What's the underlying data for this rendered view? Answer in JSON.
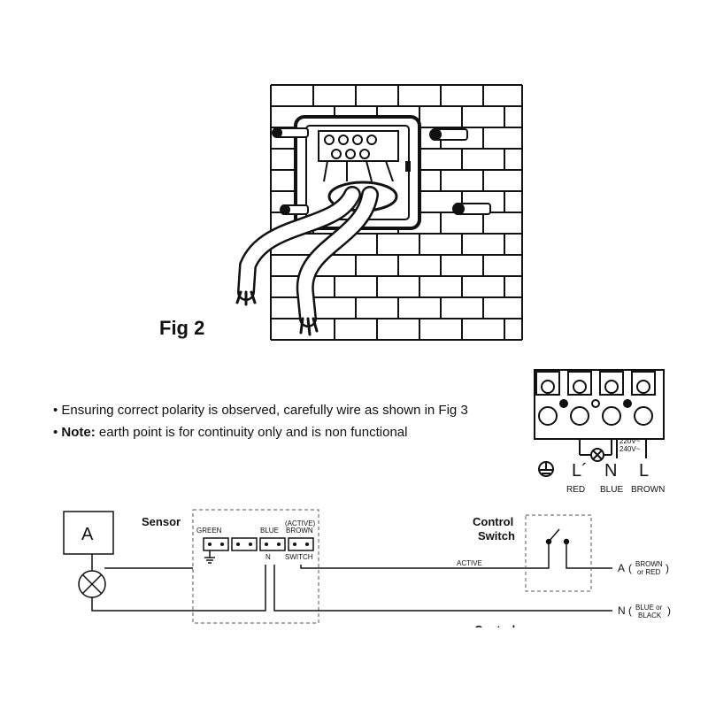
{
  "figure": {
    "label": "Fig 2"
  },
  "bullets": [
    {
      "prefix": "",
      "text": "Ensuring correct polarity is observed, carefully wire as shown in Fig 3"
    },
    {
      "prefix": "Note:",
      "text": " earth point is for continuity only and is non functional"
    }
  ],
  "terminal_block": {
    "voltage_line1": "220V~",
    "voltage_line2": "240V~",
    "symbols": {
      "l_prime": "L´",
      "n": "N",
      "l": "L"
    },
    "wire_labels": {
      "red": "RED",
      "blue": "BLUE",
      "brown": "BROWN"
    }
  },
  "circuit": {
    "load_box_label": "A",
    "sensor_title": "Sensor",
    "sensor_labels": {
      "green": "GREEN",
      "blue": "BLUE",
      "active": "(ACTIVE)",
      "brown": "BROWN",
      "n": "N",
      "switch": "SWITCH"
    },
    "active_label": "ACTIVE",
    "control_switch_line1": "Control",
    "control_switch_line2": "Switch",
    "a_terminal": {
      "letter": "A",
      "sub1": "BROWN",
      "sub2": "or RED"
    },
    "n_terminal": {
      "letter": "N",
      "sub1": "BLUE or",
      "sub2": "BLACK"
    },
    "cut_off_text": "Control"
  }
}
